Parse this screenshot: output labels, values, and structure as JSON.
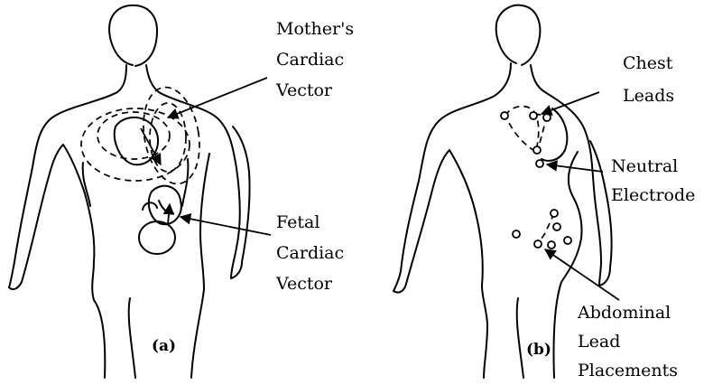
{
  "panels": {
    "a": {
      "label": "(a)",
      "annotations": {
        "mother_vector": [
          "Mother's",
          "Cardiac",
          "Vector"
        ],
        "fetal_vector": [
          "Fetal",
          "Cardiac",
          "Vector"
        ]
      }
    },
    "b": {
      "label": "(b)",
      "annotations": {
        "chest_leads": [
          "Chest",
          "Leads"
        ],
        "neutral_electrode": [
          "Neutral",
          "Electrode"
        ],
        "abdominal_leads": [
          "Abdominal",
          "Lead",
          "Placements"
        ]
      }
    }
  }
}
